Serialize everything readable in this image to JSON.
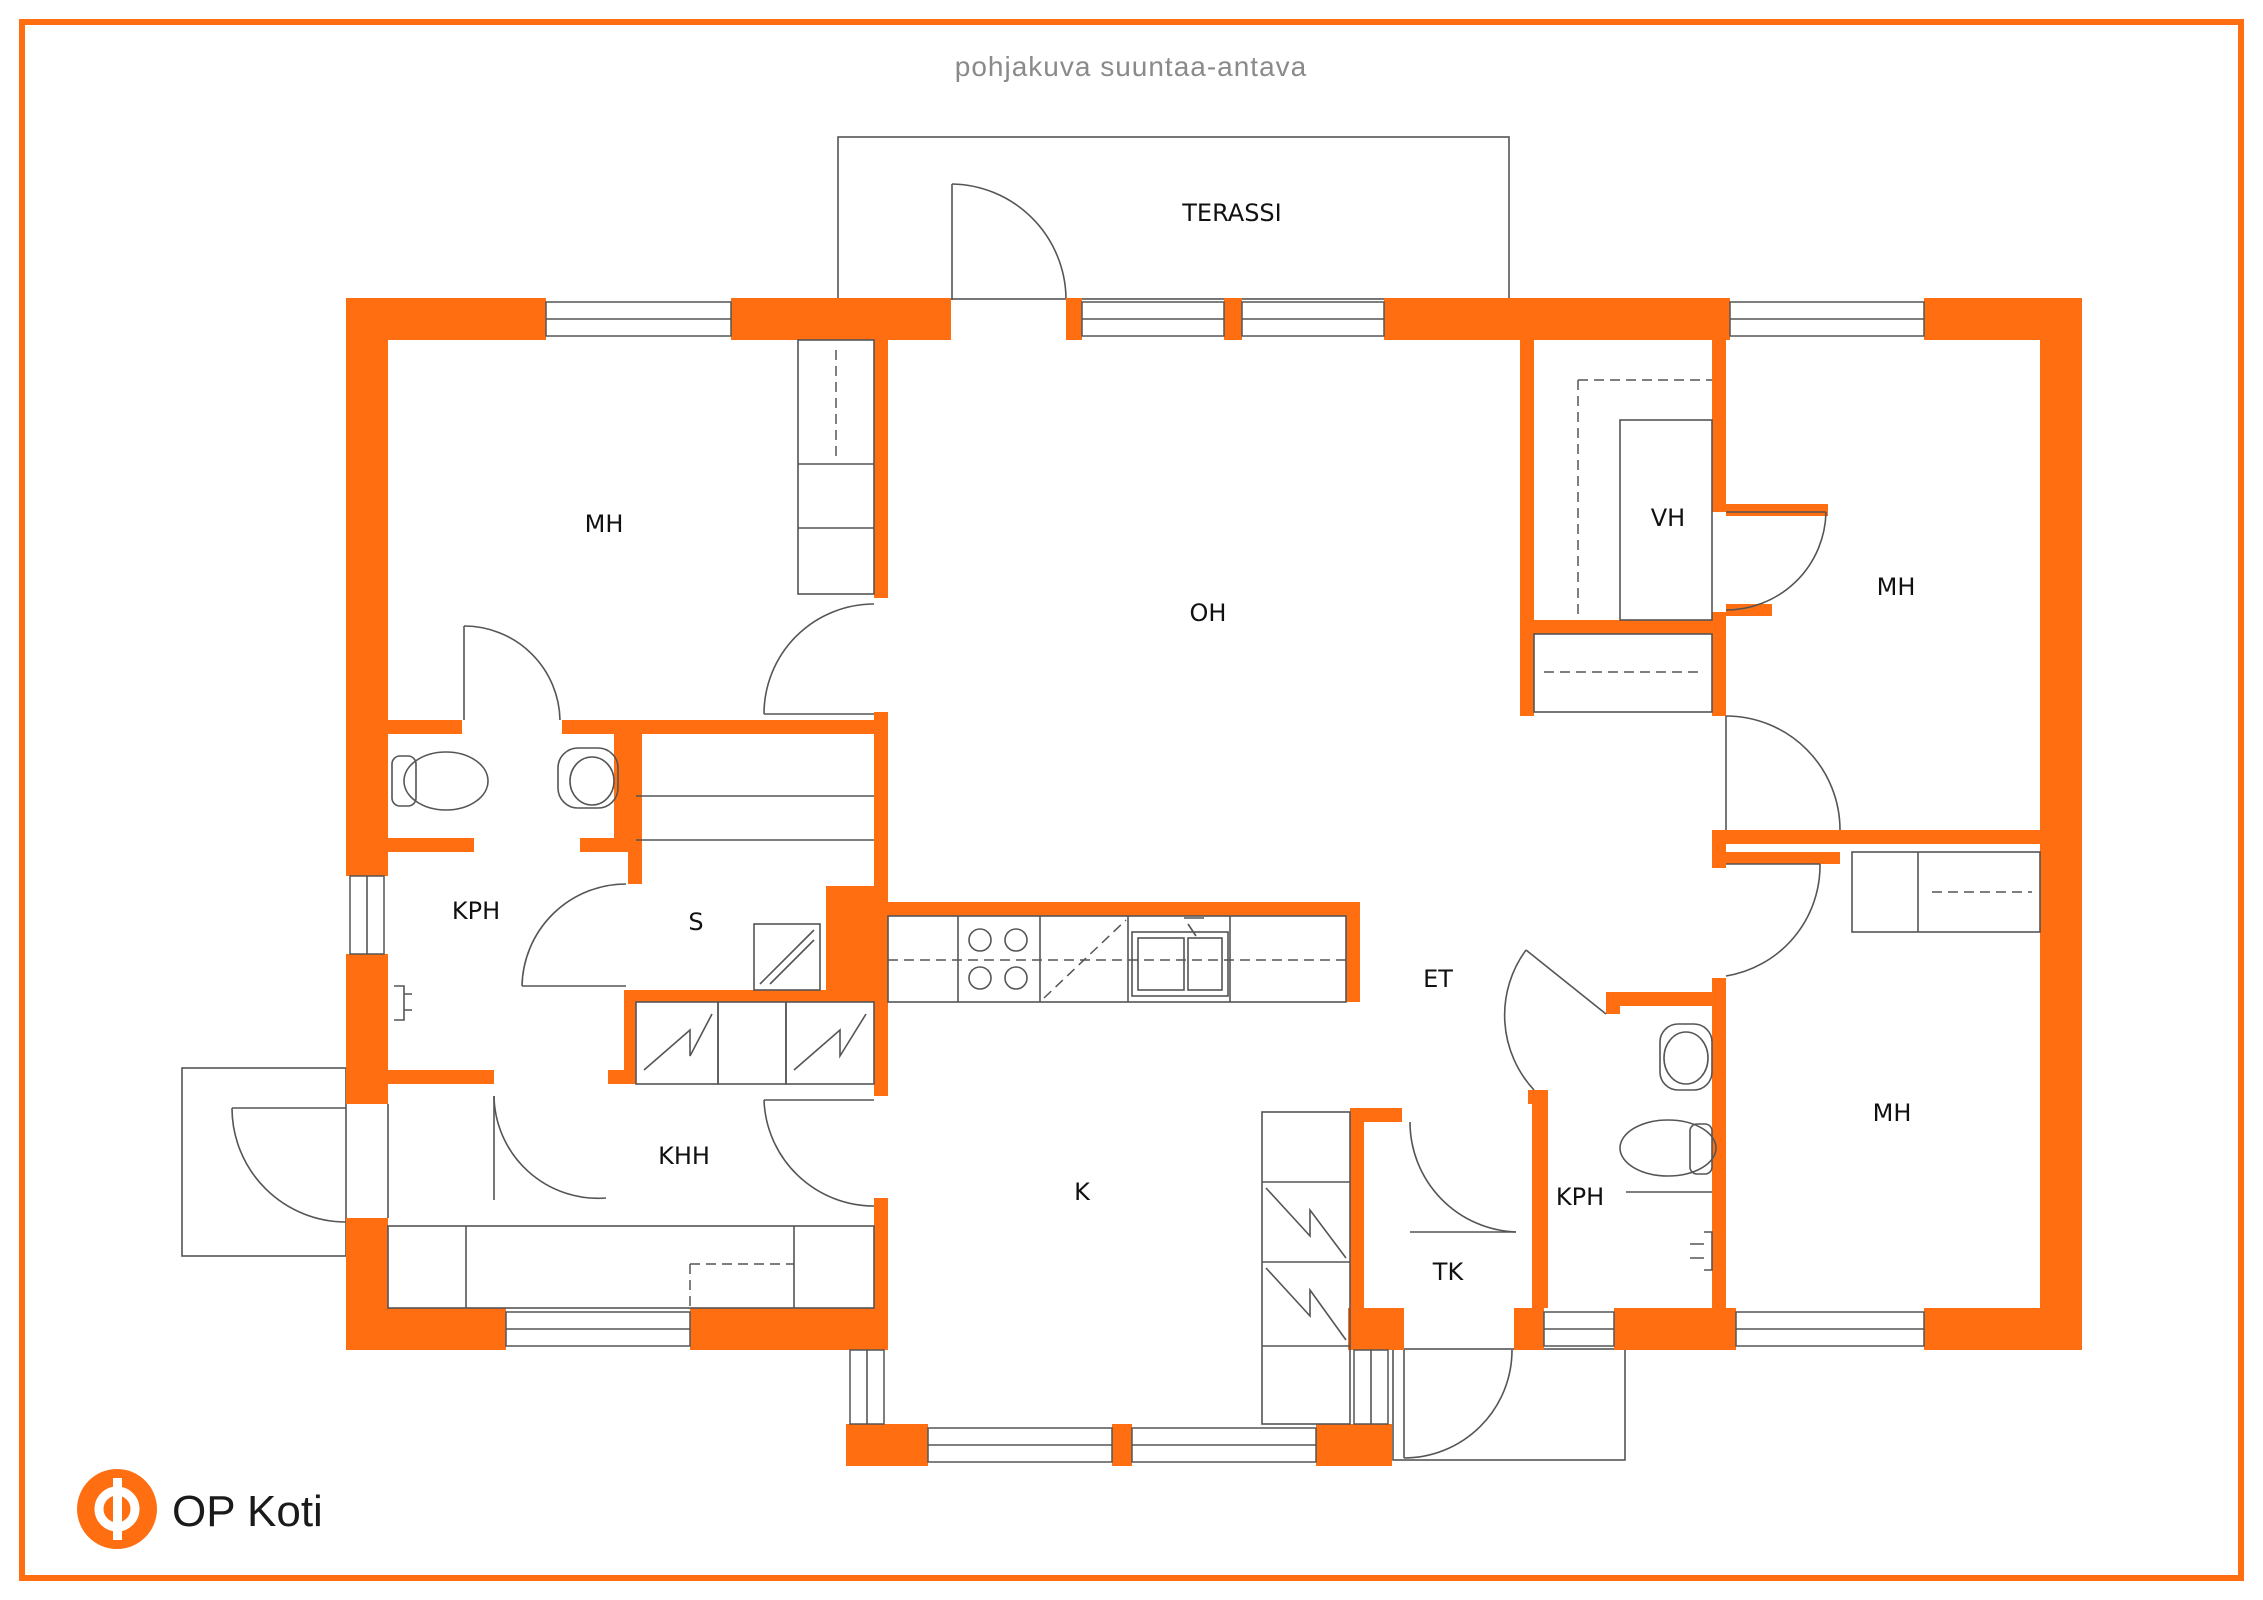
{
  "caption": "pohjakuva suuntaa-antava",
  "colors": {
    "accent": "#ff6f12",
    "line": "#555555",
    "text": "#111111",
    "caption": "#8a8a8a"
  },
  "rooms": {
    "terassi": "TERASSI",
    "oh": "OH",
    "mh_top_left": "MH",
    "vh": "VH",
    "mh_right_top": "MH",
    "kph_left": "KPH",
    "s": "S",
    "et": "ET",
    "mh_right_bottom": "MH",
    "khh": "KHH",
    "k": "K",
    "kph_right": "KPH",
    "tk": "TK"
  },
  "brand": {
    "name": "OP Koti",
    "logo_icon": "op-logo-icon"
  }
}
